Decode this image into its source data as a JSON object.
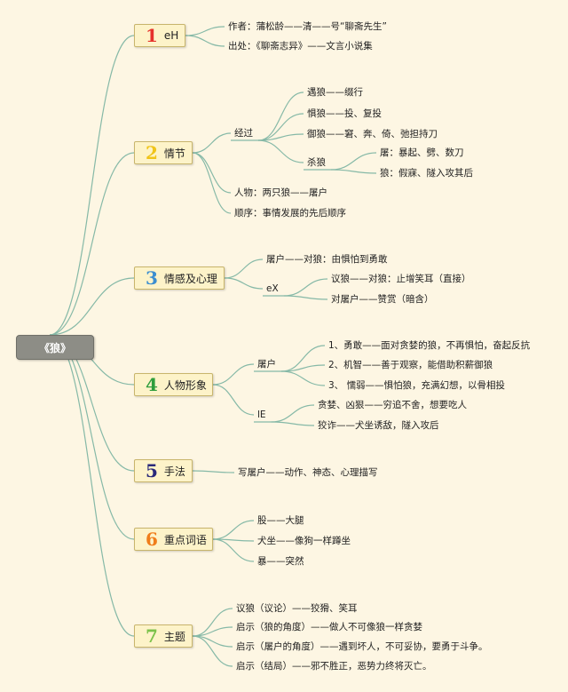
{
  "root": {
    "label": "《狼》"
  },
  "colors": {
    "connector": "#86b9a7",
    "topic_fill": "#fdf3c9",
    "num_1": "#e6322b",
    "num_2": "#f0c419",
    "num_3": "#3b8ed0",
    "num_4": "#2f9e3c",
    "num_5": "#2a2a7a",
    "num_6": "#f07d1a",
    "num_7": "#7cc24a"
  },
  "topics": [
    {
      "num": "1",
      "label": "eH",
      "children": [
        {
          "label": "作者：蒲松龄——清——号“聊斋先生”"
        },
        {
          "label": "出处：《聊斋志异》——文言小说集"
        }
      ]
    },
    {
      "num": "2",
      "label": "情节",
      "children": [
        {
          "label": "经过",
          "children": [
            {
              "label": "遇狼——缀行"
            },
            {
              "label": "惧狼——投、复投"
            },
            {
              "label": "御狼——窘、奔、倚、弛担持刀"
            },
            {
              "label": "杀狼",
              "children": [
                {
                  "label": "屠：暴起、劈、数刀"
                },
                {
                  "label": "狼：假寐、隧入攻其后"
                }
              ]
            }
          ]
        },
        {
          "label": "人物：两只狼——屠户"
        },
        {
          "label": "顺序：事情发展的先后顺序"
        }
      ]
    },
    {
      "num": "3",
      "label": "情感及心理",
      "children": [
        {
          "label": "屠户——对狼：由惧怕到勇敢"
        },
        {
          "label": "eX",
          "children": [
            {
              "label": "议狼——对狼：止增笑耳（直接）"
            },
            {
              "label": "对屠户——赞赏（暗含）"
            }
          ]
        }
      ]
    },
    {
      "num": "4",
      "label": "人物形象",
      "children": [
        {
          "label": "屠户",
          "children": [
            {
              "label": "1、勇敢——面对贪婪的狼，不再惧怕，奋起反抗"
            },
            {
              "label": "2、机智——善于观察，能借助积薪御狼"
            },
            {
              "label": "3、 懦弱——惧怕狼，充满幻想，以骨相投"
            }
          ]
        },
        {
          "label": "lE",
          "children": [
            {
              "label": "贪婪、凶狠——穷追不舍，想要吃人"
            },
            {
              "label": "狡诈——犬坐诱敌，隧入攻后"
            }
          ]
        }
      ]
    },
    {
      "num": "5",
      "label": "手法",
      "children": [
        {
          "label": "写屠户——动作、神态、心理描写"
        }
      ]
    },
    {
      "num": "6",
      "label": "重点词语",
      "children": [
        {
          "label": "股——大腿"
        },
        {
          "label": "犬坐——像狗一样蹲坐"
        },
        {
          "label": "暴——突然"
        }
      ]
    },
    {
      "num": "7",
      "label": "主题",
      "children": [
        {
          "label": "议狼（议论）——狡猾、笑耳"
        },
        {
          "label": "启示（狼的角度）——做人不可像狼一样贪婪"
        },
        {
          "label": "启示（屠户的角度）——遇到坏人，不可妥协，要勇于斗争。"
        },
        {
          "label": "启示（结局）——邪不胜正，恶势力终将灭亡。"
        }
      ]
    }
  ]
}
